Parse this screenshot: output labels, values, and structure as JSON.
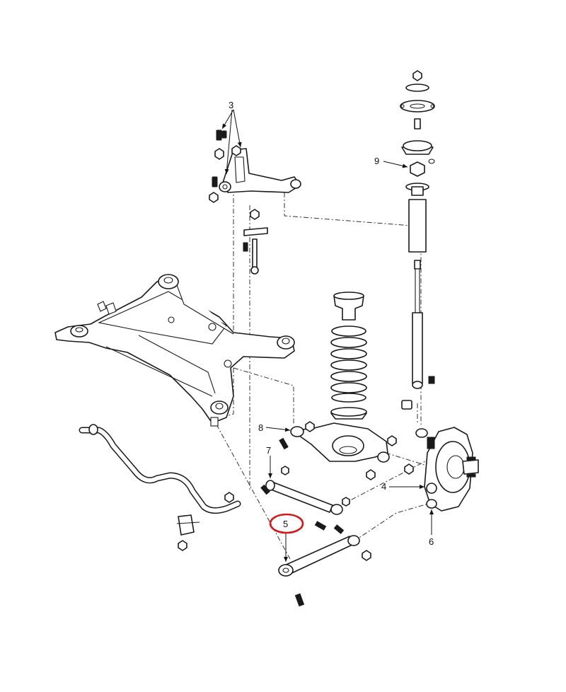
{
  "diagram": {
    "callouts": {
      "c3": "3",
      "c4": "4",
      "c5": "5",
      "c6": "6",
      "c7": "7",
      "c8": "8",
      "c9": "9"
    },
    "highlighted_callout": "5",
    "highlight_color": "#d11a1a"
  }
}
